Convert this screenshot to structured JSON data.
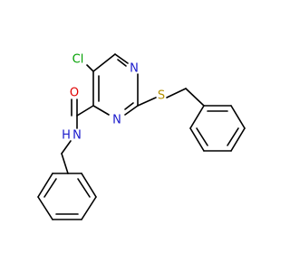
{
  "molecule": {
    "atoms": {
      "cl": "Cl",
      "n_ring_top": "N",
      "n_ring_bottom": "N",
      "s": "S",
      "o": "O",
      "nh": "N",
      "h": "H"
    },
    "colors": {
      "bond": "#000000",
      "cl": "#00a000",
      "n": "#1a1acc",
      "s": "#b39000",
      "o": "#e00000",
      "carbon": "#000000"
    }
  }
}
